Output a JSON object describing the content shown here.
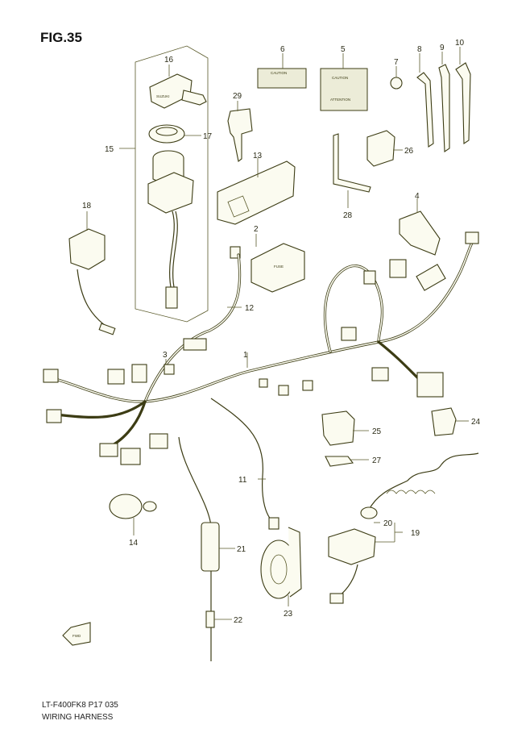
{
  "figure": {
    "title": "FIG.35"
  },
  "footer": {
    "model_code": "LT-F400FK8 P17  035",
    "caption": "WIRING HARNESS"
  },
  "fwd_arrow": {
    "label": "FWD"
  },
  "labels": {
    "caution_small": "CAUTION",
    "caution_large": "CAUTION",
    "attention": "ATTENTION",
    "fuse": "FUSE",
    "key_brand": "SUZUKI"
  },
  "callouts": {
    "c1": "1",
    "c2": "2",
    "c3": "3",
    "c4": "4",
    "c5": "5",
    "c6": "6",
    "c7": "7",
    "c8": "8",
    "c9": "9",
    "c10": "10",
    "c11": "11",
    "c12": "12",
    "c13": "13",
    "c14": "14",
    "c15": "15",
    "c16": "16",
    "c17": "17",
    "c18": "18",
    "c19": "19",
    "c20": "20",
    "c21": "21",
    "c22": "22",
    "c23": "23",
    "c24": "24",
    "c25": "25",
    "c26": "26",
    "c27": "27",
    "c28": "28",
    "c29": "29"
  }
}
